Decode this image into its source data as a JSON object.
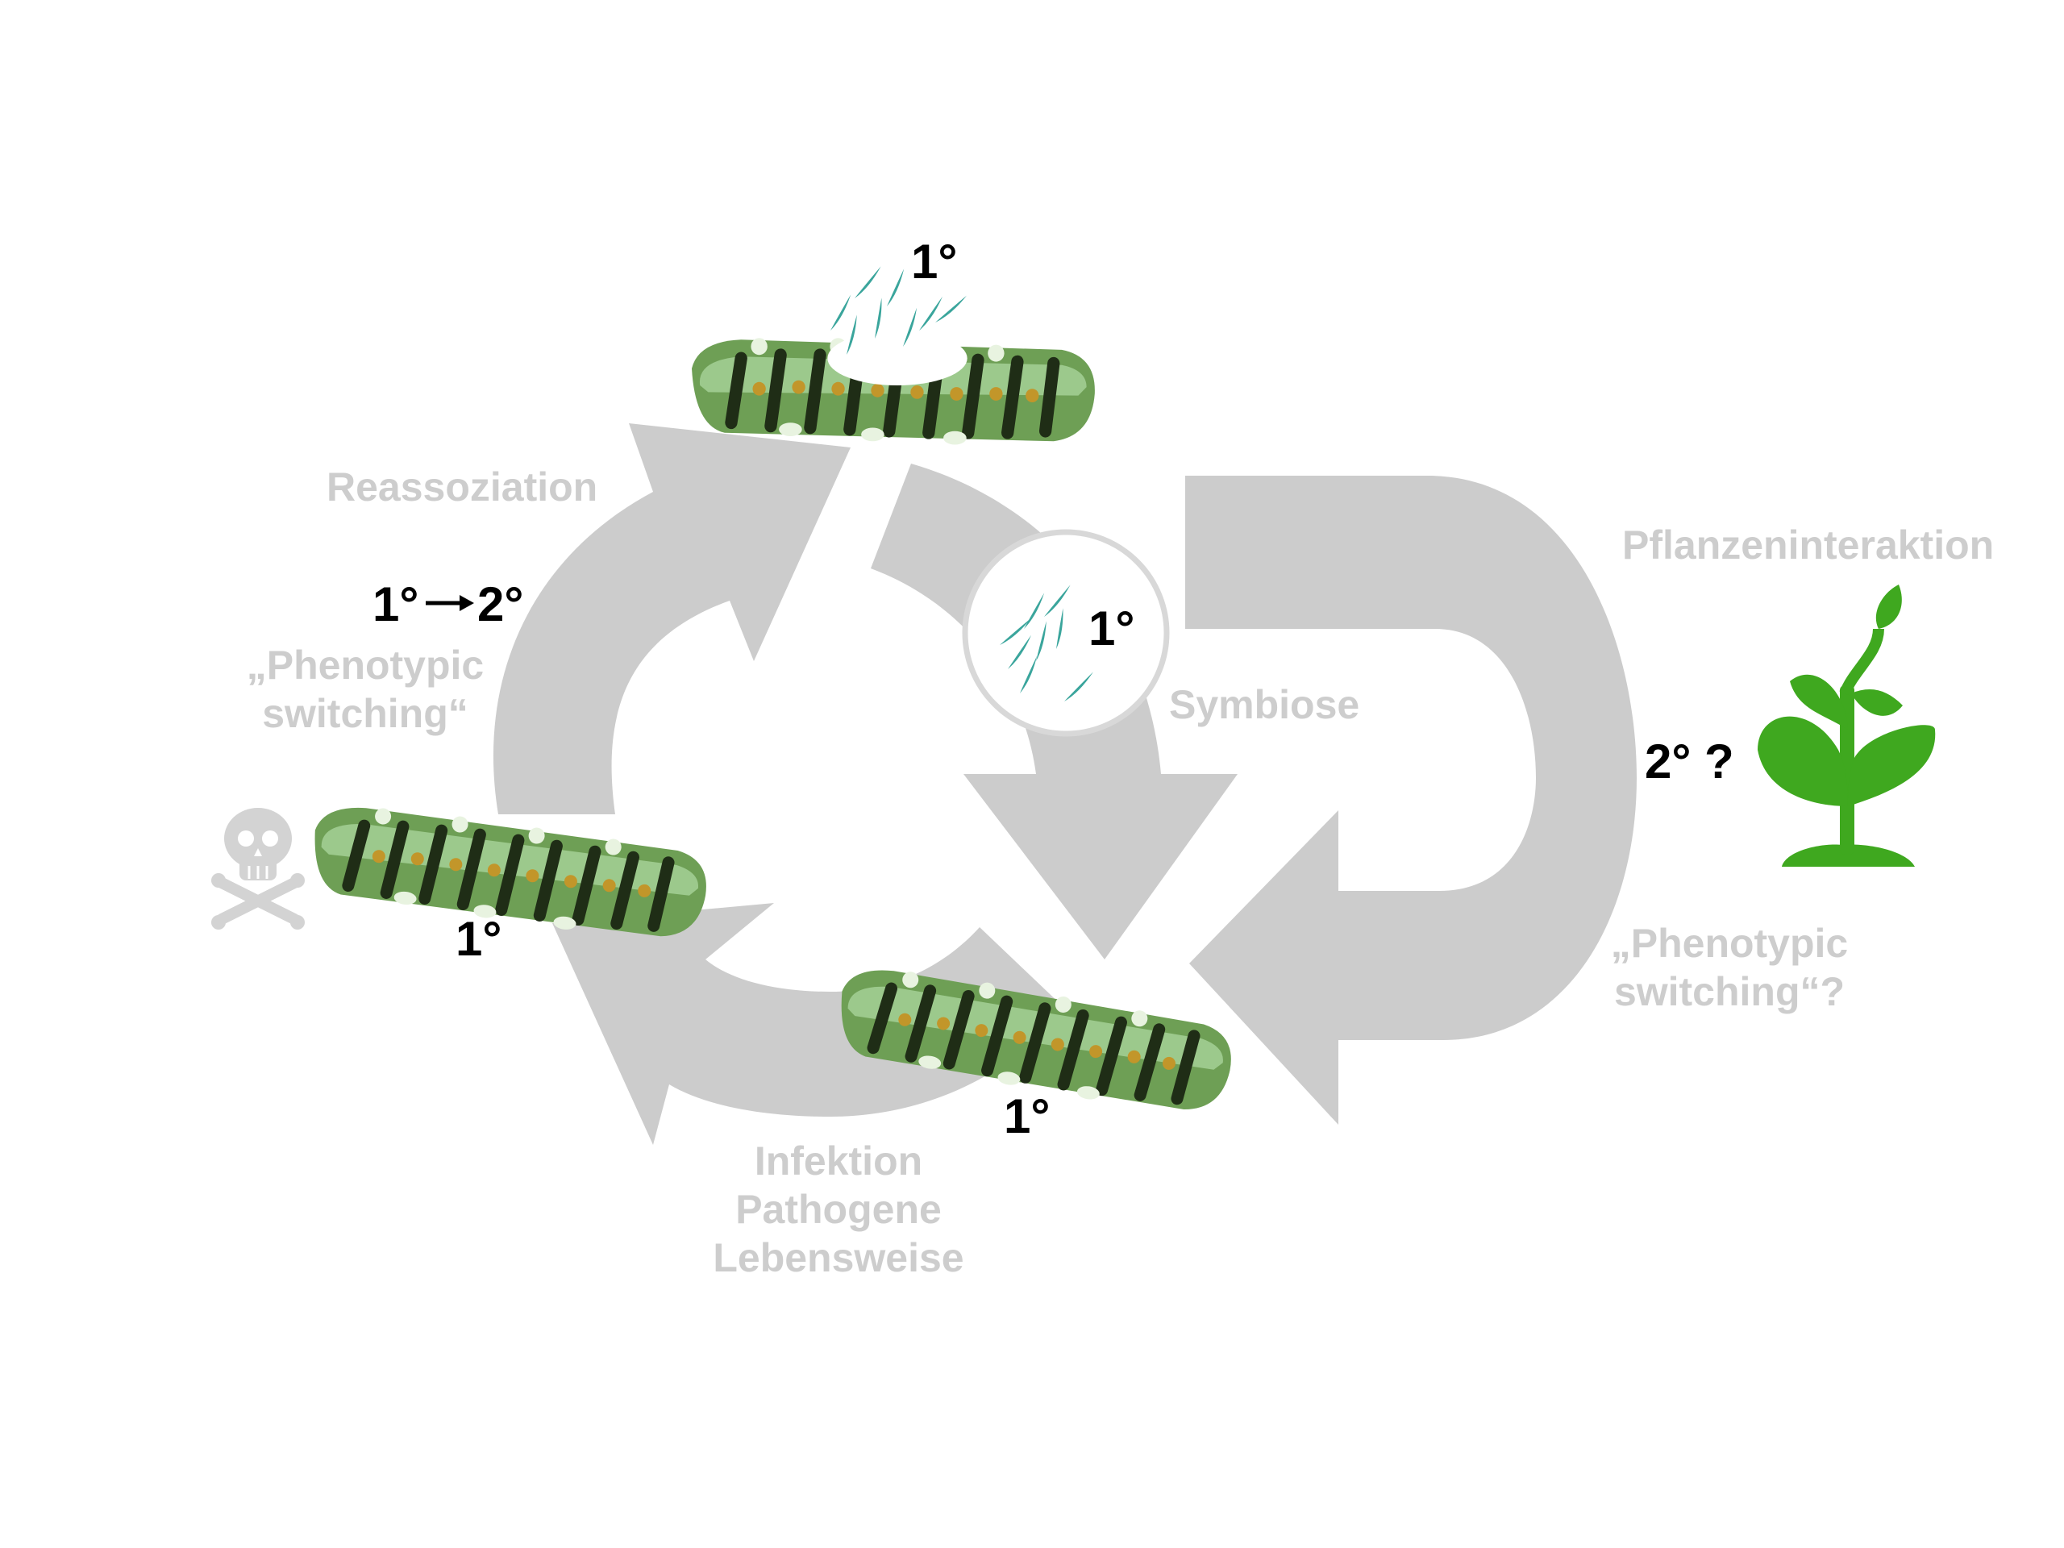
{
  "colors": {
    "arrow": "#cccccc",
    "label_grey": "#cdcdcd",
    "label_black": "#000000",
    "bacteria": "#3aa59c",
    "plant": "#3fa81f",
    "skull": "#d3d3d3",
    "caterpillar_body": "#6e9f55",
    "caterpillar_stripe": "#1f2d16",
    "caterpillar_spot": "#c2962a"
  },
  "icons": [
    "caterpillar-image",
    "bacteria-icon",
    "plant-icon",
    "skull-crossbones-icon"
  ],
  "labels": {
    "top_stage": "1°",
    "center_circle": "1°",
    "left_stage": "1°",
    "bottom_stage": "1°",
    "switch_from": "1°",
    "switch_to": "2°",
    "plant_stage": "2° ?",
    "reassoziation": "Reassoziation",
    "phenotypic_left_line1": "„Phenotypic",
    "phenotypic_left_line2": "switching“",
    "symbiose": "Symbiose",
    "pflanzeninteraktion": "Pflanzeninteraktion",
    "phenotypic_right_line1": "„Phenotypic",
    "phenotypic_right_line2": "switching“?",
    "infektion_line1": "Infektion",
    "infektion_line2": "Pathogene",
    "infektion_line3": "Lebensweise"
  }
}
